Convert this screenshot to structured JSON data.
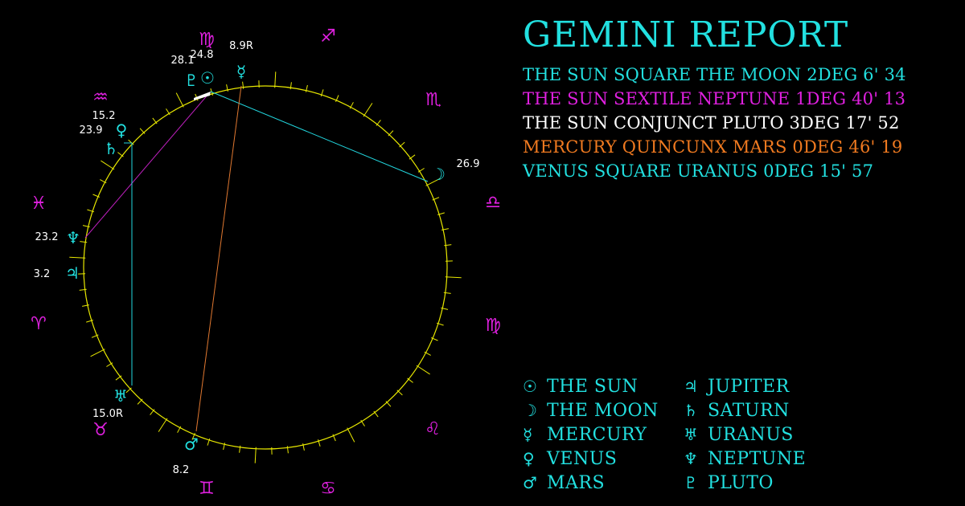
{
  "report": {
    "title": "GEMINI REPORT",
    "aspects": [
      {
        "text": "THE SUN SQUARE THE MOON 2DEG 6' 34",
        "color": "#22e0e0"
      },
      {
        "text": "THE SUN SEXTILE NEPTUNE 1DEG 40' 13",
        "color": "#e020e0"
      },
      {
        "text": "THE SUN CONJUNCT PLUTO 3DEG 17' 52",
        "color": "#ffffff"
      },
      {
        "text": "MERCURY QUINCUNX MARS 0DEG 46' 19",
        "color": "#f07a20"
      },
      {
        "text": "VENUS SQUARE URANUS 0DEG 15' 57",
        "color": "#22e0e0"
      }
    ]
  },
  "legend": [
    {
      "icon": "sun-icon",
      "symbol": "☉",
      "label": "THE SUN"
    },
    {
      "icon": "moon-icon",
      "symbol": "☽",
      "label": "THE MOON"
    },
    {
      "icon": "mercury-icon",
      "symbol": "☿",
      "label": "MERCURY"
    },
    {
      "icon": "venus-icon",
      "symbol": "♀",
      "label": "VENUS"
    },
    {
      "icon": "mars-icon",
      "symbol": "♂",
      "label": "MARS"
    },
    {
      "icon": "jupiter-icon",
      "symbol": "♃",
      "label": "JUPITER"
    },
    {
      "icon": "saturn-icon",
      "symbol": "♄",
      "label": "SATURN"
    },
    {
      "icon": "uranus-icon",
      "symbol": "♅",
      "label": "URANUS"
    },
    {
      "icon": "neptune-icon",
      "symbol": "♆",
      "label": "NEPTUNE"
    },
    {
      "icon": "pluto-icon",
      "symbol": "♇",
      "label": "PLUTO"
    }
  ],
  "wheel": {
    "signs": [
      {
        "name": "virgo-sign-icon",
        "glyph": "♍"
      },
      {
        "name": "sagittarius-sign-icon",
        "glyph": "♐"
      },
      {
        "name": "scorpio-sign-icon",
        "glyph": "♏"
      },
      {
        "name": "libra-sign-icon",
        "glyph": "♎"
      },
      {
        "name": "virgo-sign-icon",
        "glyph": "♍"
      },
      {
        "name": "leo-sign-icon",
        "glyph": "♌"
      },
      {
        "name": "cancer-sign-icon",
        "glyph": "♋"
      },
      {
        "name": "gemini-sign-icon",
        "glyph": "♊"
      },
      {
        "name": "taurus-sign-icon",
        "glyph": "♉"
      },
      {
        "name": "aries-sign-icon",
        "glyph": "♈"
      },
      {
        "name": "pisces-sign-icon",
        "glyph": "♓"
      },
      {
        "name": "aquarius-sign-icon",
        "glyph": "♒"
      }
    ],
    "planets": [
      {
        "name": "sun-icon",
        "glyph": "☉",
        "degree": ""
      },
      {
        "name": "pluto-icon",
        "glyph": "♇",
        "degree": "28.1"
      },
      {
        "name": "mercury-icon",
        "glyph": "☿",
        "degree": "8.9R"
      },
      {
        "name": "moon-icon",
        "glyph": "☽",
        "degree": "26.9"
      },
      {
        "name": "venus-icon",
        "glyph": "♀",
        "degree": "23.9"
      },
      {
        "name": "saturn-icon",
        "glyph": "♄",
        "degree": "15.2"
      },
      {
        "name": "neptune-icon",
        "glyph": "♆",
        "degree": "23.2"
      },
      {
        "name": "jupiter-icon",
        "glyph": "♃",
        "degree": "3.2"
      },
      {
        "name": "uranus-icon",
        "glyph": "♅",
        "degree": "15.0R"
      },
      {
        "name": "mars-icon",
        "glyph": "♂",
        "degree": "8.2"
      }
    ],
    "extra_labels": [
      "24.8"
    ],
    "colors": {
      "ring": "#e8e800",
      "sign": "#e020e0",
      "planet": "#22e0e0",
      "degree": "#ffffff",
      "line_cyan": "#22d8e0",
      "line_magenta": "#c020c0",
      "line_orange": "#e07830"
    }
  }
}
